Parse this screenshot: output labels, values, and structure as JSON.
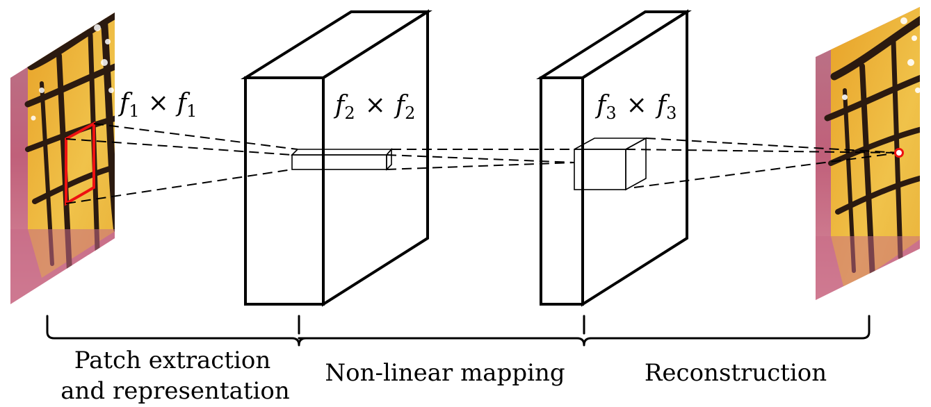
{
  "filter_labels": [
    {
      "symbol": "f",
      "index": "1",
      "times": "×"
    },
    {
      "symbol": "f",
      "index": "2",
      "times": "×"
    },
    {
      "symbol": "f",
      "index": "3",
      "times": "×"
    }
  ],
  "stages": [
    {
      "line1": "Patch extraction",
      "line2": "and representation"
    },
    {
      "line1": "Non-linear mapping"
    },
    {
      "line1": "Reconstruction"
    }
  ],
  "colors": {
    "outline": "#000000",
    "highlight": "#ee1111",
    "wing_orange": "#e8a228",
    "wing_yellow": "#f0c24a",
    "wing_dark": "#2b1a10",
    "flower_pink": "#c0607a"
  }
}
